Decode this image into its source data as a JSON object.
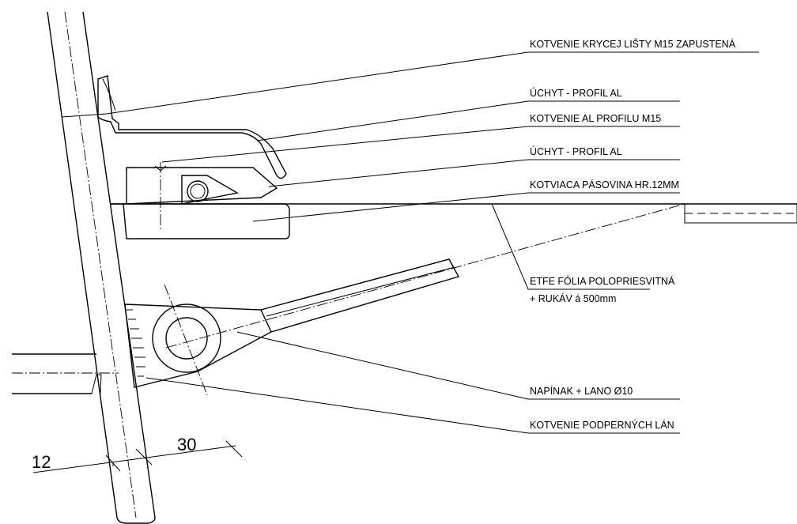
{
  "callouts": [
    "KOTVENIE KRYCEJ LIŠTY M15 ZAPUSTENÁ",
    "ÚCHYT - PROFIL AL",
    "KOTVENIE AL PROFILU M15",
    "ÚCHYT - PROFIL AL",
    "KOTVIACA PÁSOVINA HR.12MM",
    "ETFE FÓLIA POLOPRIESVITNÁ",
    "+ RUKÁV á 500mm",
    "NAPÍNAK + LANO Ø10",
    "KOTVENIE PODPERNÝCH LÁN"
  ],
  "dimensions": [
    "12",
    "30"
  ]
}
